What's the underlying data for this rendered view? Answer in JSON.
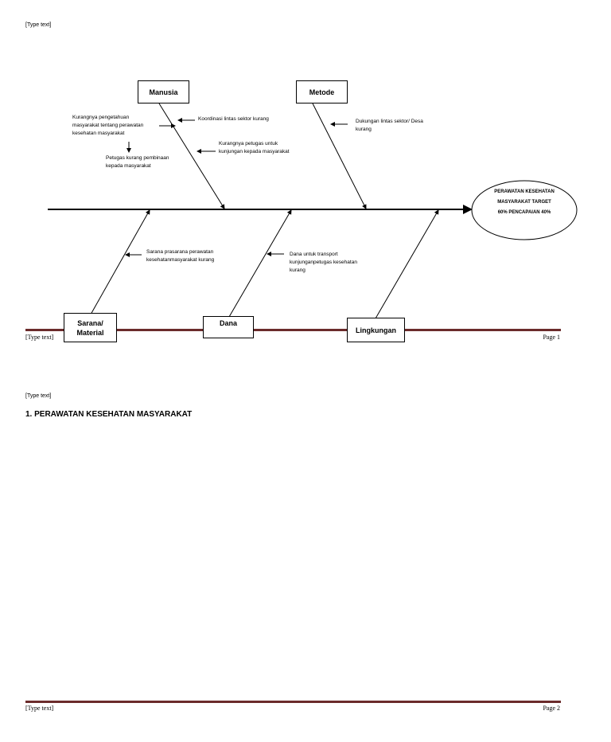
{
  "page1": {
    "header": "[Type text]",
    "footer_left": "[Type text]",
    "footer_right": "Page 1"
  },
  "page2": {
    "header": "[Type text]",
    "heading": "1. PERAWATAN KESEHATAN MASYARAKAT",
    "footer_left": "[Type text]",
    "footer_right": "Page 2"
  },
  "diagram": {
    "categories": {
      "manusia": "Manusia",
      "metode": "Metode",
      "sarana": "Sarana/\nMaterial",
      "dana": "Dana",
      "lingkungan": "Lingkungan"
    },
    "effect": "PERAWATAN KESEHATAN\nMASYARAKAT TARGET\n60% PENCAPAIAN 40%",
    "causes": {
      "pengetahuan": "Kurangnya pengetahuan\nmasyarakat tentang perawatan\nkesehatan masyarakat",
      "koordinasi": "Koordinasi lintas sektor kurang",
      "pembinaan": "Petugas kurang pembinaan\nkepada masyarakat",
      "kunjungan": "Kurangnya petugas untuk\nkunjungan kepada masyarakat",
      "dukungan": "Dukungan lintas sektor/ Desa\nkurang",
      "sarana": "Sarana prasarana perawatan\nkesehatanmasyarakat kurang",
      "transport": "Dana untuk transport\nkunjunganpetugas kesehatan\nkurang"
    }
  }
}
